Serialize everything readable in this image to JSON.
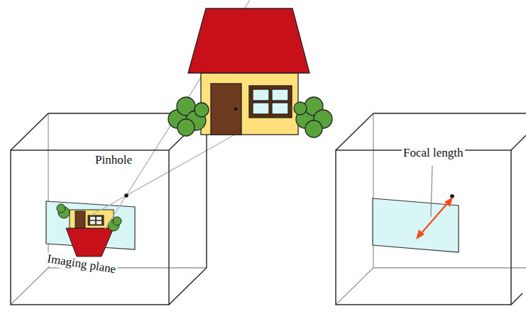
{
  "diagram": {
    "labels": [
      "Pinhole",
      "Imaging plane",
      "Focal length"
    ]
  }
}
